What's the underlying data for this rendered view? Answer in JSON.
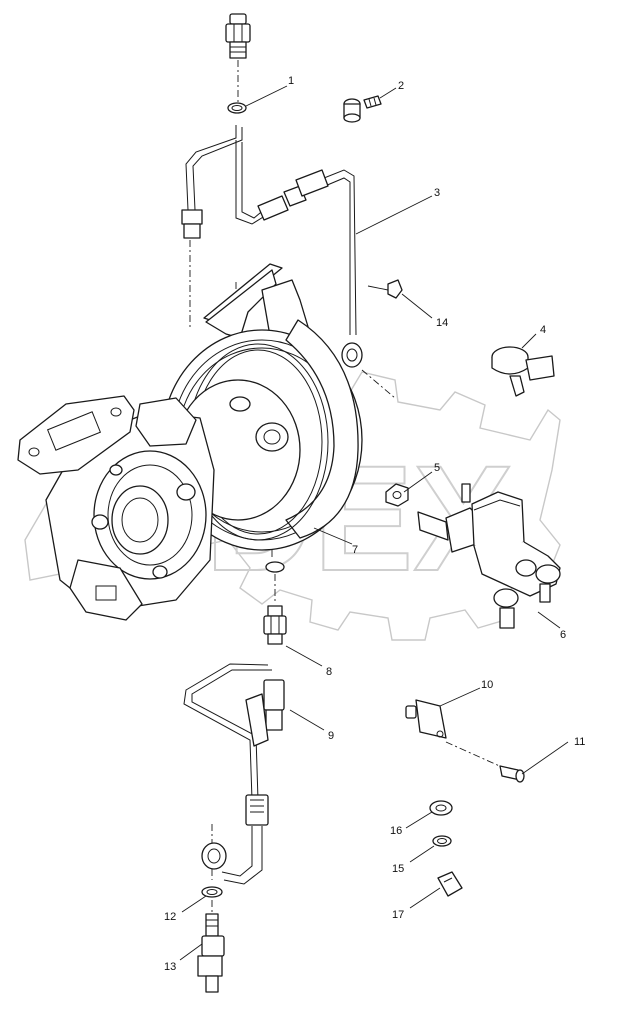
{
  "watermark": {
    "text": "DEX"
  },
  "callouts": [
    {
      "id": "1",
      "label": "1"
    },
    {
      "id": "2",
      "label": "2"
    },
    {
      "id": "3",
      "label": "3"
    },
    {
      "id": "4",
      "label": "4"
    },
    {
      "id": "5",
      "label": "5"
    },
    {
      "id": "6",
      "label": "6"
    },
    {
      "id": "7",
      "label": "7"
    },
    {
      "id": "8",
      "label": "8"
    },
    {
      "id": "9",
      "label": "9"
    },
    {
      "id": "10",
      "label": "10"
    },
    {
      "id": "11",
      "label": "11"
    },
    {
      "id": "12",
      "label": "12"
    },
    {
      "id": "13",
      "label": "13"
    },
    {
      "id": "14",
      "label": "14"
    },
    {
      "id": "15",
      "label": "15"
    },
    {
      "id": "16",
      "label": "16"
    },
    {
      "id": "17",
      "label": "17"
    }
  ]
}
